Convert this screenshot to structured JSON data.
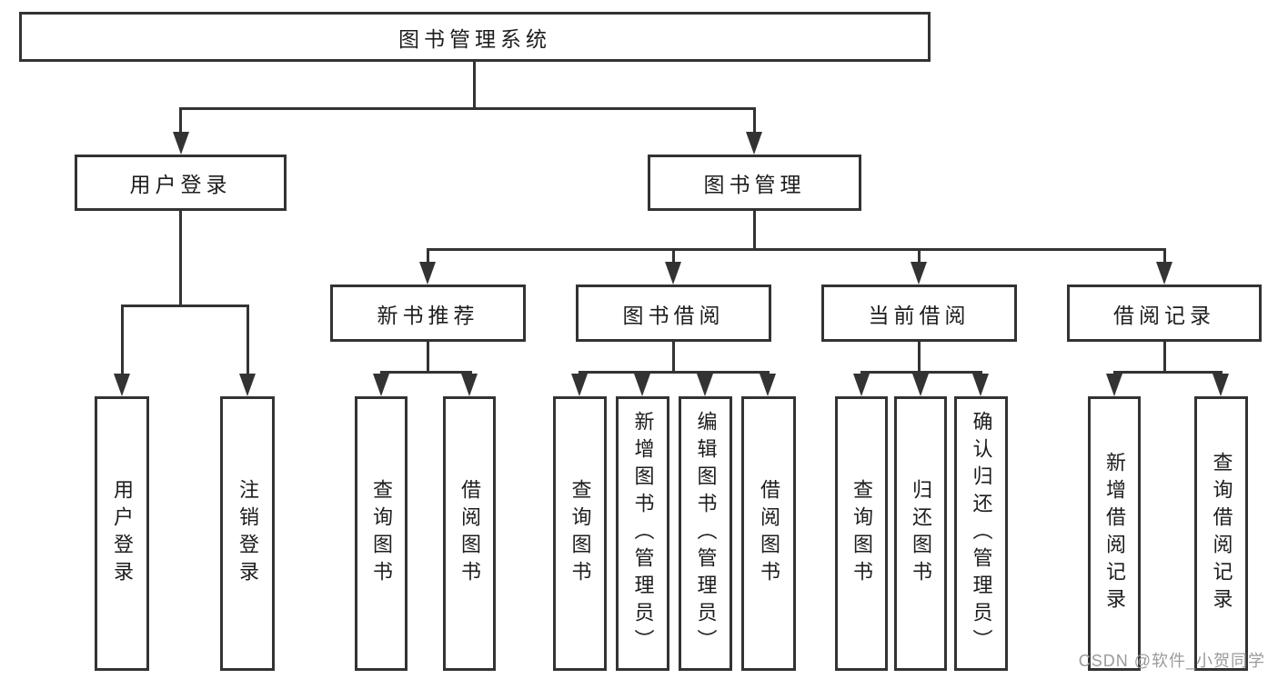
{
  "diagram": {
    "root": {
      "label": "图书管理系统"
    },
    "level2": [
      {
        "id": "user-login",
        "label": "用户登录"
      },
      {
        "id": "book-management",
        "label": "图书管理"
      }
    ],
    "level3": [
      {
        "id": "new-book-recommend",
        "parent": "图书管理",
        "label": "新书推荐"
      },
      {
        "id": "book-borrow",
        "parent": "图书管理",
        "label": "图书借阅"
      },
      {
        "id": "current-borrow",
        "parent": "图书管理",
        "label": "当前借阅"
      },
      {
        "id": "borrow-records",
        "parent": "图书管理",
        "label": "借阅记录"
      }
    ],
    "leaves": [
      {
        "parent": "用户登录",
        "label": "用户登录"
      },
      {
        "parent": "用户登录",
        "label": "注销登录"
      },
      {
        "parent": "新书推荐",
        "label": "查询图书"
      },
      {
        "parent": "新书推荐",
        "label": "借阅图书"
      },
      {
        "parent": "图书借阅",
        "label": "查询图书"
      },
      {
        "parent": "图书借阅",
        "label": "新增图书（管理员）"
      },
      {
        "parent": "图书借阅",
        "label": "编辑图书（管理员）"
      },
      {
        "parent": "图书借阅",
        "label": "借阅图书"
      },
      {
        "parent": "当前借阅",
        "label": "查询图书"
      },
      {
        "parent": "当前借阅",
        "label": "归还图书"
      },
      {
        "parent": "当前借阅",
        "label": "确认归还（管理员）"
      },
      {
        "parent": "借阅记录",
        "label": "新增借阅记录"
      },
      {
        "parent": "借阅记录",
        "label": "查询借阅记录"
      }
    ],
    "watermark": "CSDN @软件_小贺同学",
    "colors": {
      "line": "#333333",
      "text": "#1d1d1d",
      "watermark": "#9b9b9b",
      "background": "#ffffff"
    }
  }
}
